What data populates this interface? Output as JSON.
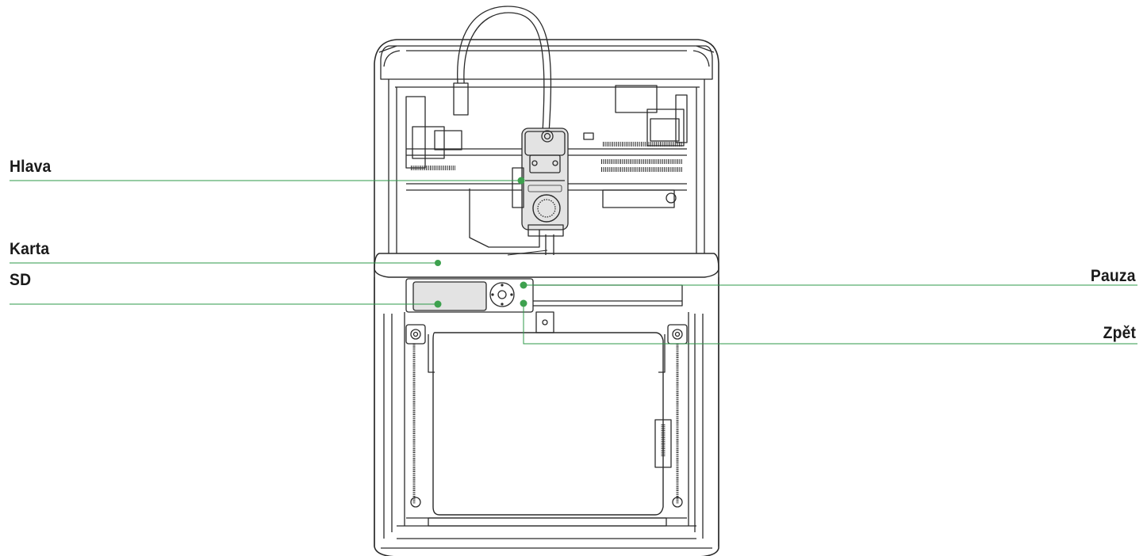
{
  "labels": {
    "head": "Hlava",
    "sd_card_line1": "Karta",
    "sd_card_line2": "SD",
    "pause": "Pauza",
    "back": "Zpět"
  },
  "colors": {
    "callout_line": "#2e9a4a",
    "callout_dot": "#3da14e",
    "label_text": "#1a1a1a",
    "outline": "#2b2b2b",
    "panel_fill": "#e3e3e3"
  }
}
